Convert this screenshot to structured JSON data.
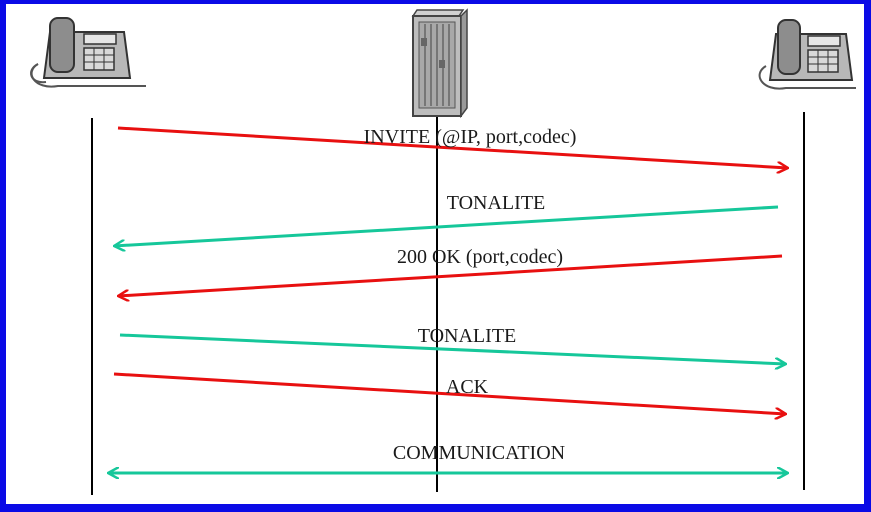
{
  "colors": {
    "frame": "#0a0ae6",
    "sip_message": "#e81010",
    "rtp_message": "#16c79a",
    "lifeline": "#000000",
    "text": "#1a1a1a"
  },
  "participants": [
    {
      "icon": "telephone-icon"
    },
    {
      "icon": "server-icon"
    },
    {
      "icon": "telephone-icon"
    }
  ],
  "messages": [
    {
      "label": "INVITE (@IP, port,codec)",
      "color": "#e81010"
    },
    {
      "label": "TONALITE",
      "color": "#16c79a"
    },
    {
      "label": "200 OK (port,codec)",
      "color": "#e81010"
    },
    {
      "label": "TONALITE",
      "color": "#16c79a"
    },
    {
      "label": "ACK",
      "color": "#e81010"
    },
    {
      "label": "COMMUNICATION",
      "color": "#16c79a"
    }
  ]
}
